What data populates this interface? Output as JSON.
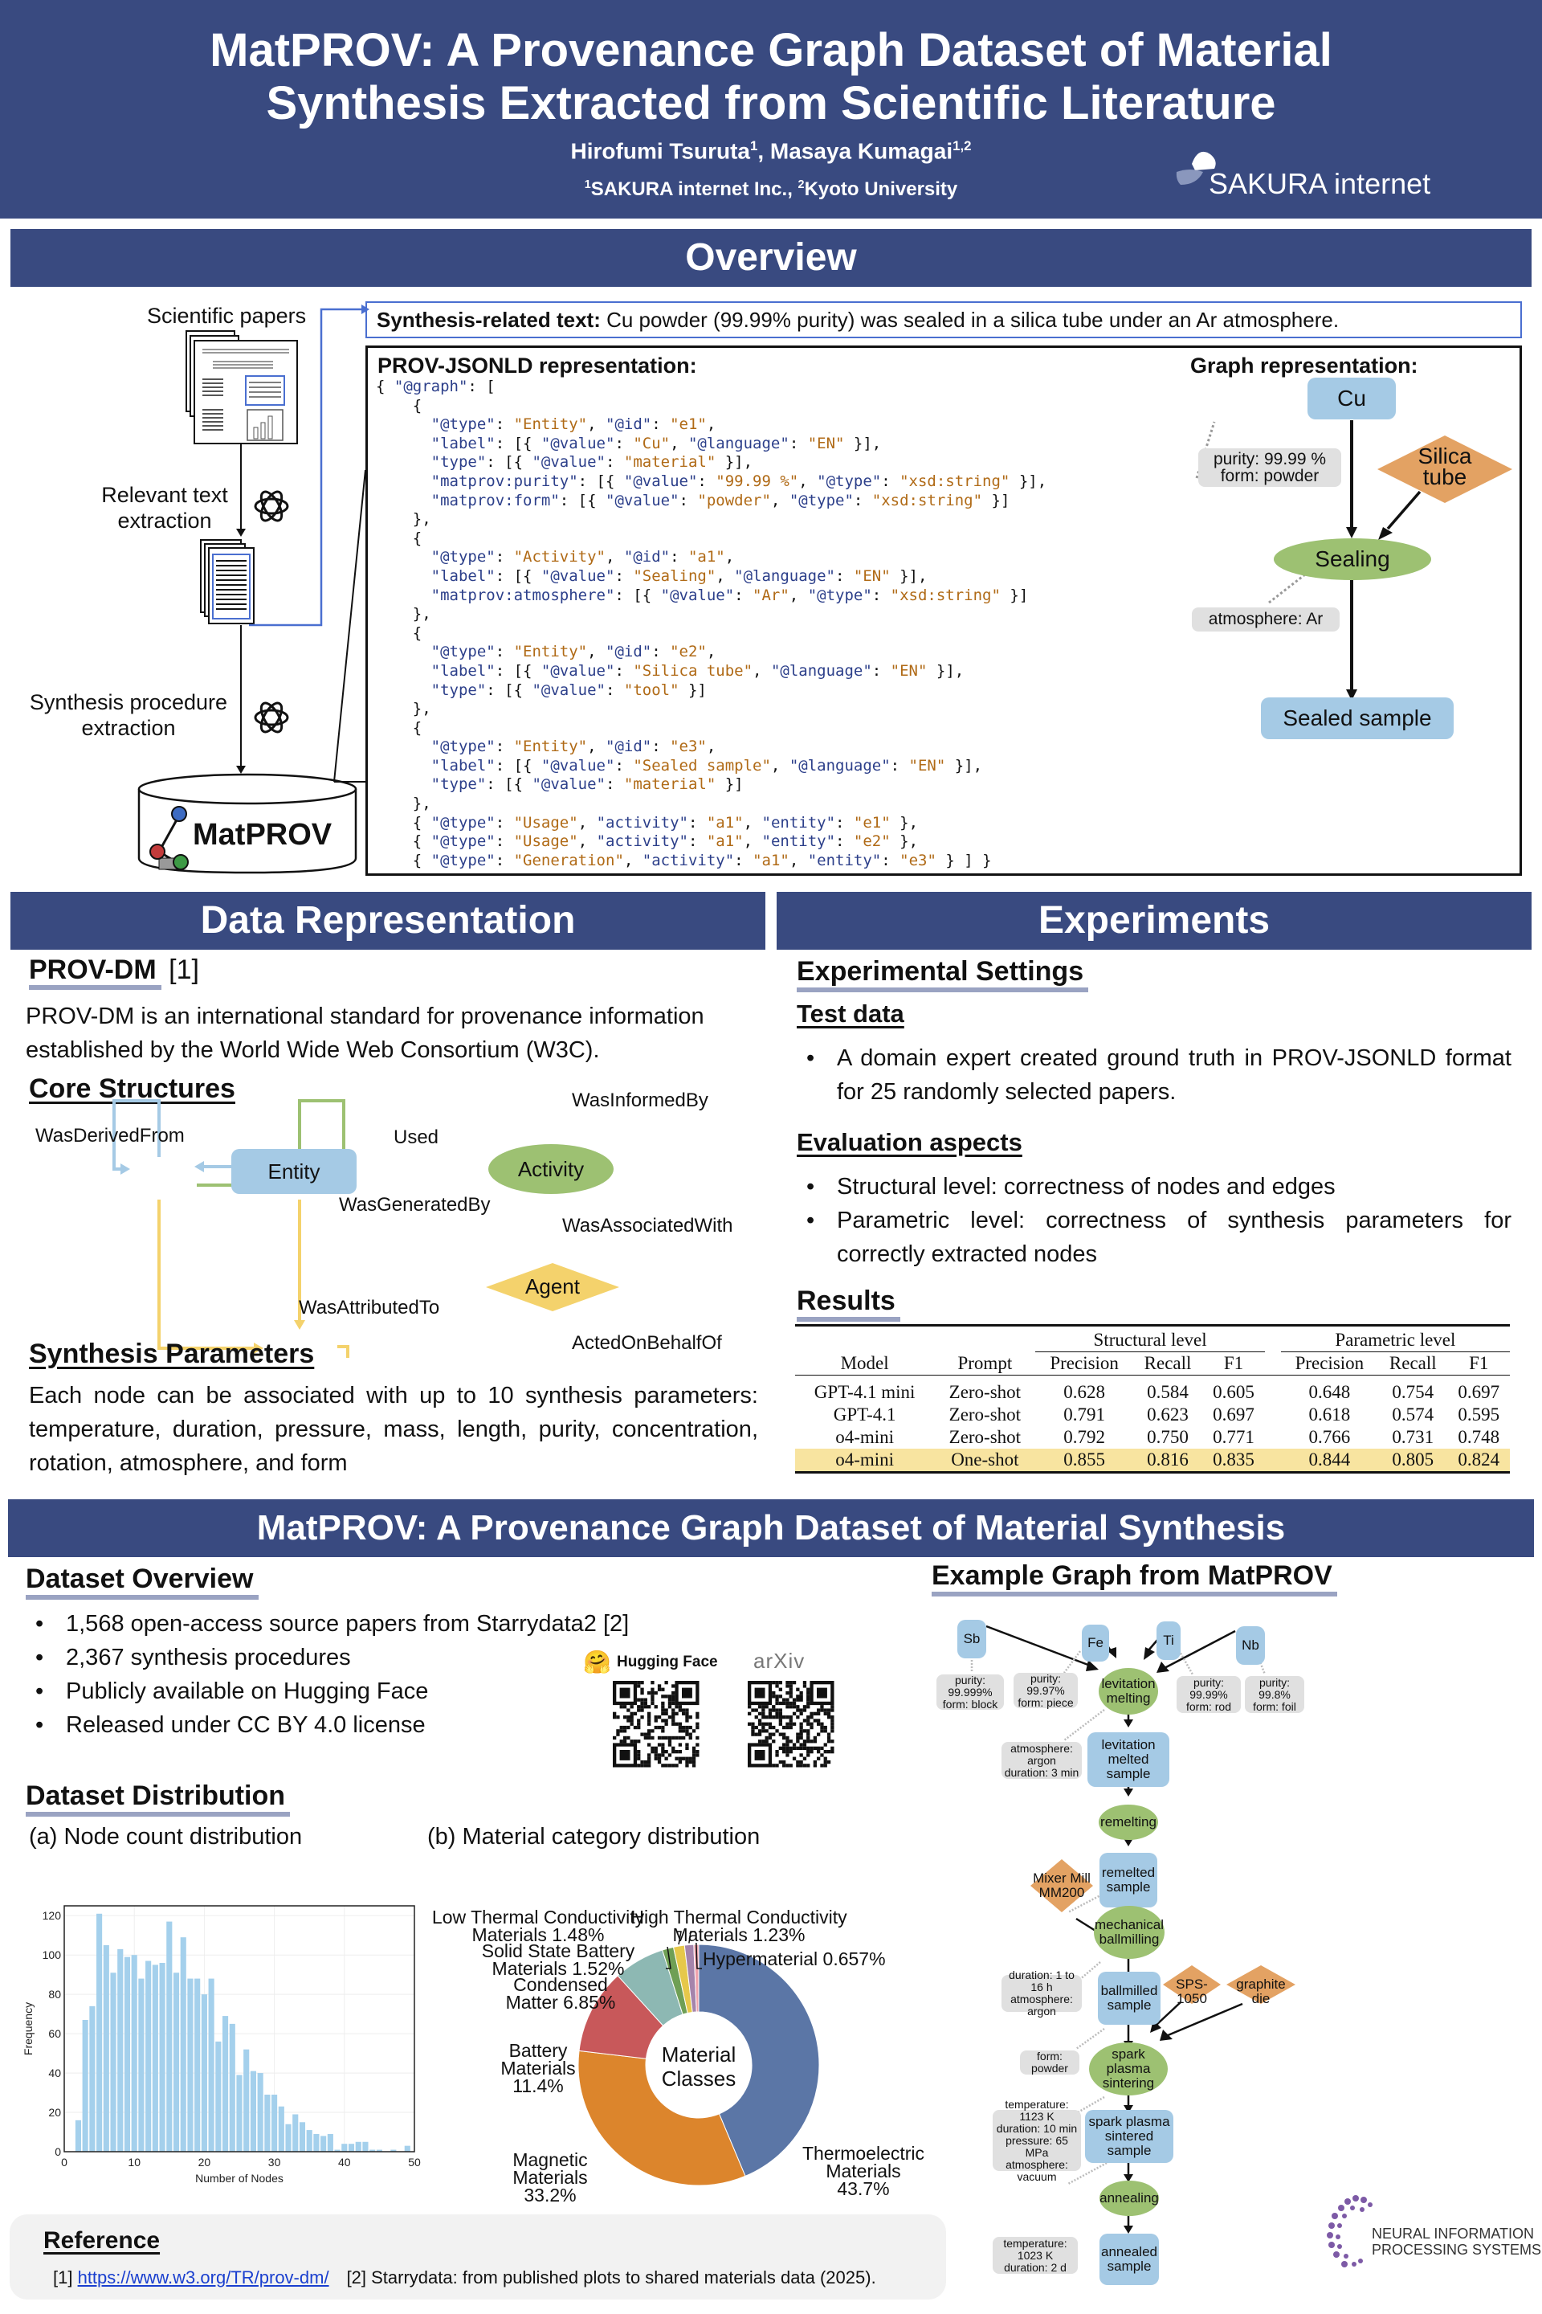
{
  "header": {
    "title_line1": "MatPROV: A Provenance Graph Dataset of Material",
    "title_line2": "Synthesis Extracted from Scientific Literature",
    "author1": "Hirofumi Tsuruta",
    "author1_sup": "1",
    "author2": ", Masaya Kumagai",
    "author2_sup": "1,2",
    "affil1_sup": "1",
    "affil1": "SAKURA internet Inc., ",
    "affil2_sup": "2",
    "affil2": "Kyoto University",
    "logo_text": "SAKURA internet"
  },
  "overview": {
    "heading": "Overview",
    "pipeline": {
      "papers_label": "Scientific papers",
      "step1_line1": "Relevant text",
      "step1_line2": "extraction",
      "step2_line1": "Synthesis procedure",
      "step2_line2": "extraction",
      "db_label": "MatPROV"
    },
    "synth_text_label": "Synthesis-related text:",
    "synth_text": " Cu powder (99.99% purity) was sealed in a silica tube under an Ar atmosphere.",
    "jsonld_title": "PROV-JSONLD representation:",
    "graph_title": "Graph representation:",
    "graph": {
      "cu": "Cu",
      "cu_params_1": "purity: 99.99 %",
      "cu_params_2": "form: powder",
      "silica_1": "Silica",
      "silica_2": "tube",
      "sealing": "Sealing",
      "sealing_params": "atmosphere: Ar",
      "sealed": "Sealed sample"
    }
  },
  "data_rep": {
    "heading": "Data Representation",
    "provdm_title": "PROV-DM",
    "provdm_ref": " [1]",
    "provdm_text": "PROV-DM is an international standard for provenance information established by the World Wide Web Consortium (W3C).",
    "core_title": "Core Structures",
    "core": {
      "entity": "Entity",
      "activity": "Activity",
      "agent": "Agent",
      "was_derived_from": "WasDerivedFrom",
      "used": "Used",
      "was_informed_by": "WasInformedBy",
      "was_generated_by": "WasGeneratedBy",
      "was_associated_with": "WasAssociatedWith",
      "was_attributed_to": "WasAttributedTo",
      "acted_on_behalf_of": "ActedOnBehalfOf"
    },
    "params_title": "Synthesis Parameters",
    "params_text": "Each node can be associated with up to 10 synthesis parameters: temperature, duration, pressure, mass, length, purity, concentration, rotation, atmosphere, and form"
  },
  "experiments": {
    "heading": "Experiments",
    "settings_title": "Experimental Settings",
    "test_data_title": "Test data",
    "test_data_bullet": "A domain expert created ground truth in PROV-JSONLD format for 25 randomly selected papers.",
    "eval_title": "Evaluation aspects",
    "eval_bullets": [
      "Structural level: correctness of nodes and edges",
      "Parametric level: correctness of synthesis parameters for correctly extracted nodes"
    ],
    "results_title": "Results",
    "table": {
      "group_structural": "Structural level",
      "group_parametric": "Parametric level",
      "columns": [
        "Model",
        "Prompt",
        "Precision",
        "Recall",
        "F1",
        "Precision",
        "Recall",
        "F1"
      ],
      "rows": [
        [
          "GPT-4.1 mini",
          "Zero-shot",
          "0.628",
          "0.584",
          "0.605",
          "0.648",
          "0.754",
          "0.697"
        ],
        [
          "GPT-4.1",
          "Zero-shot",
          "0.791",
          "0.623",
          "0.697",
          "0.618",
          "0.574",
          "0.595"
        ],
        [
          "o4-mini",
          "Zero-shot",
          "0.792",
          "0.750",
          "0.771",
          "0.766",
          "0.731",
          "0.748"
        ],
        [
          "o4-mini",
          "One-shot",
          "0.855",
          "0.816",
          "0.835",
          "0.844",
          "0.805",
          "0.824"
        ]
      ],
      "highlight_row": 3
    }
  },
  "dataset": {
    "heading": "MatPROV: A Provenance Graph Dataset of Material Synthesis",
    "overview_title": "Dataset Overview",
    "bullets": [
      "1,568 open-access source papers from Starrydata2 [2]",
      "2,367 synthesis procedures",
      "Publicly available on Hugging Face",
      "Released under CC BY 4.0 license"
    ],
    "hf_label": "Hugging Face",
    "arxiv_label": "arXiv",
    "distribution_title": "Dataset Distribution",
    "example_title": "Example Graph from MatPROV",
    "example": {
      "sb": "Sb",
      "fe": "Fe",
      "ti": "Ti",
      "nb": "Nb",
      "sb_p1": "purity: 99.999%",
      "sb_p2": "form: block",
      "fe_p1": "purity: 99.97%",
      "fe_p2": "form: piece",
      "ti_p1": "purity: 99.99%",
      "ti_p2": "form: rod",
      "nb_p1": "purity: 99.8%",
      "nb_p2": "form: foil",
      "lev_melt_1": "levitation",
      "lev_melt_2": "melting",
      "lev_p1": "atmosphere: argon",
      "lev_p2": "duration: 3 min",
      "lev_sample_1": "levitation",
      "lev_sample_2": "melted sample",
      "remelting": "remelting",
      "remelted_1": "remelted",
      "remelted_2": "sample",
      "mixer_1": "Mixer Mill",
      "mixer_2": "MM200",
      "ball_1": "mechanical",
      "ball_2": "ballmilling",
      "ball_p1": "duration: 1 to 16 h",
      "ball_p2": "atmosphere: argon",
      "ballmilled_1": "ballmilled",
      "ballmilled_2": "sample",
      "sps_tool": "SPS-1050",
      "die_tool": "graphite die",
      "powder_p": "form: powder",
      "sps_1": "spark plasma",
      "sps_2": "sintering",
      "sps_p1": "temperature: 1123 K",
      "sps_p2": "duration: 10 min",
      "sps_p3": "pressure: 65 MPa",
      "sps_p4": "atmosphere: vacuum",
      "sintered_1": "spark plasma",
      "sintered_2": "sintered sample",
      "annealing": "annealing",
      "ann_p1": "temperature: 1023 K",
      "ann_p2": "duration: 2 d",
      "annealed_1": "annealed",
      "annealed_2": "sample"
    },
    "neurips_1": "NEURAL INFORMATION",
    "neurips_2": "PROCESSING SYSTEMS"
  },
  "reference": {
    "title": "Reference",
    "ref1_num": "[1] ",
    "ref1_link": "https://www.w3.org/TR/prov-dm/",
    "ref2": "[2] Starrydata: from published plots to shared materials data (2025)."
  },
  "chart_data": [
    {
      "type": "bar",
      "title": "(a) Node count distribution",
      "xlabel": "Number of Nodes",
      "ylabel": "Frequency",
      "xlim": [
        0,
        50
      ],
      "ylim": [
        0,
        125
      ],
      "xticks": [
        0,
        10,
        20,
        30,
        40,
        50
      ],
      "yticks": [
        0,
        20,
        40,
        60,
        80,
        100,
        120
      ],
      "grid": true,
      "color": "#a4d0ec",
      "x": [
        2,
        3,
        4,
        5,
        6,
        7,
        8,
        9,
        10,
        11,
        12,
        13,
        14,
        15,
        16,
        17,
        18,
        19,
        20,
        21,
        22,
        23,
        24,
        25,
        26,
        27,
        28,
        29,
        30,
        31,
        32,
        33,
        34,
        35,
        36,
        37,
        38,
        39,
        40,
        41,
        42,
        43,
        44,
        45,
        47,
        49
      ],
      "values": [
        16,
        67,
        74,
        121,
        105,
        91,
        103,
        99,
        100,
        88,
        97,
        95,
        96,
        117,
        91,
        109,
        88,
        88,
        80,
        88,
        56,
        69,
        65,
        39,
        52,
        41,
        40,
        29,
        29,
        23,
        14,
        19,
        15,
        11,
        9,
        8,
        9,
        1,
        4,
        4,
        5,
        5,
        1,
        1,
        1,
        3
      ]
    },
    {
      "type": "pie",
      "title": "(b) Material category distribution",
      "center_label_1": "Material",
      "center_label_2": "Classes",
      "categories": [
        "Thermoelectric Materials",
        "Magnetic Materials",
        "Battery Materials",
        "Condensed Matter",
        "Solid State Battery Materials",
        "Low Thermal Conductivity Materials",
        "High Thermal Conductivity Materials",
        "Hypermaterial"
      ],
      "values": [
        43.7,
        33.2,
        11.4,
        6.85,
        1.52,
        1.48,
        1.23,
        0.657
      ],
      "labels": [
        "43.7%",
        "33.2%",
        "11.4%",
        "6.85%",
        "1.52%",
        "1.48%",
        "1.23%",
        "0.657%"
      ],
      "colors": [
        "#5b76a6",
        "#dc852c",
        "#c8585a",
        "#8db8b3",
        "#6f9f55",
        "#e6c84a",
        "#a584ab",
        "#f0a3ad"
      ]
    }
  ]
}
